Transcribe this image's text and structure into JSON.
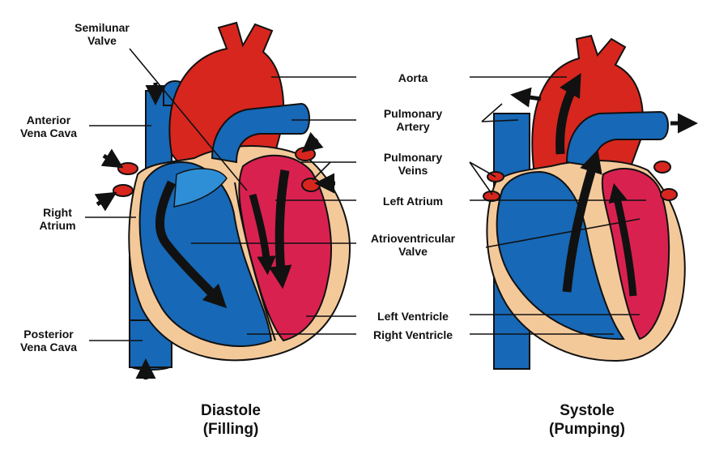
{
  "labels": {
    "semilunar_valve": [
      "Semilunar",
      "Valve"
    ],
    "anterior_vena_cava": [
      "Anterior",
      "Vena Cava"
    ],
    "right_atrium": [
      "Right",
      "Atrium"
    ],
    "posterior_vena_cava": [
      "Posterior",
      "Vena Cava"
    ],
    "aorta": [
      "Aorta"
    ],
    "pulmonary_artery": [
      "Pulmonary",
      "Artery"
    ],
    "pulmonary_veins": [
      "Pulmonary",
      "Veins"
    ],
    "left_atrium": [
      "Left Atrium"
    ],
    "atrioventricular_valve": [
      "Atrioventricular",
      "Valve"
    ],
    "left_ventricle": [
      "Left Ventricle"
    ],
    "right_ventricle": [
      "Right Ventricle"
    ]
  },
  "captions": {
    "diastole": [
      "Diastole",
      "(Filling)"
    ],
    "systole": [
      "Systole",
      "(Pumping)"
    ]
  },
  "colors": {
    "oxygenated_blood": "#d7261e",
    "deoxygenated_blood": "#1768b6",
    "deoxygenated_light": "#2e8fd6",
    "left_chamber": "#d92150",
    "heart_wall": "#f4c99a",
    "outline": "#111111",
    "arrow": "#111111"
  }
}
